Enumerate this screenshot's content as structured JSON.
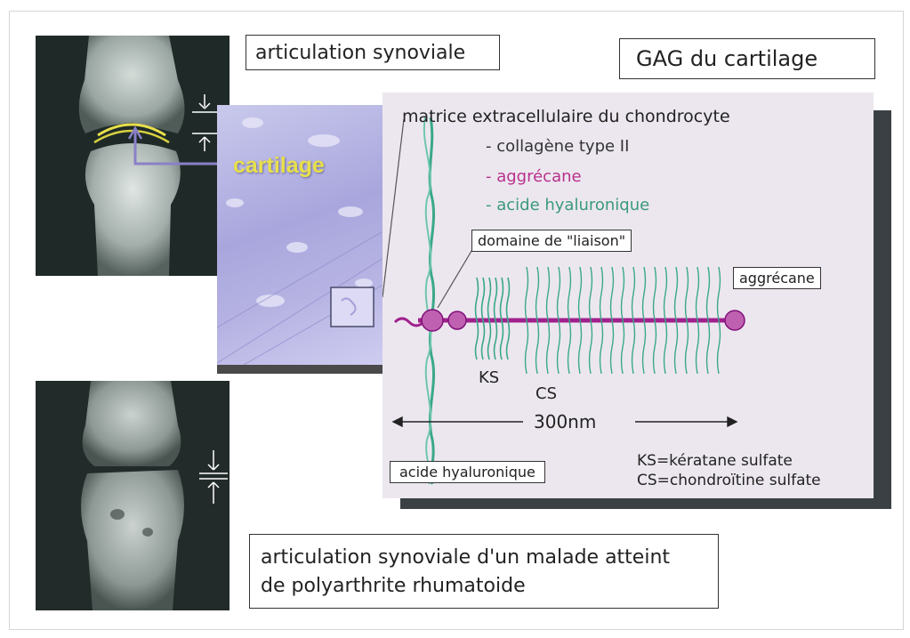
{
  "labels": {
    "top_left": "articulation synoviale",
    "top_right": "GAG du cartilage",
    "bottom": "articulation synoviale d'un malade atteint",
    "bottom_line2": "de polyarthrite rhumatoide",
    "cartilage": "cartilage"
  },
  "diagram": {
    "title": "matrice extracellulaire du chondrocyte",
    "items": [
      {
        "text": "- collagène type II",
        "color": "#333333"
      },
      {
        "text": "- aggrécane",
        "color": "#b8308c"
      },
      {
        "text": "- acide hyaluronique",
        "color": "#3a9a7a"
      }
    ],
    "domaine_label": "domaine de \"liaison\"",
    "aggrecane_label": "aggrécane",
    "ks_label": "KS",
    "cs_label": "CS",
    "length_label": "300nm",
    "acide_label": "acide hyaluronique",
    "legend_ks": "KS=kératane sulfate",
    "legend_cs": "CS=chondroïtine sulfate"
  },
  "colors": {
    "aggrecan_core": "#a0208c",
    "hyaluronic": "#3aa88a",
    "cartilage_highlight": "#e8e04a"
  }
}
